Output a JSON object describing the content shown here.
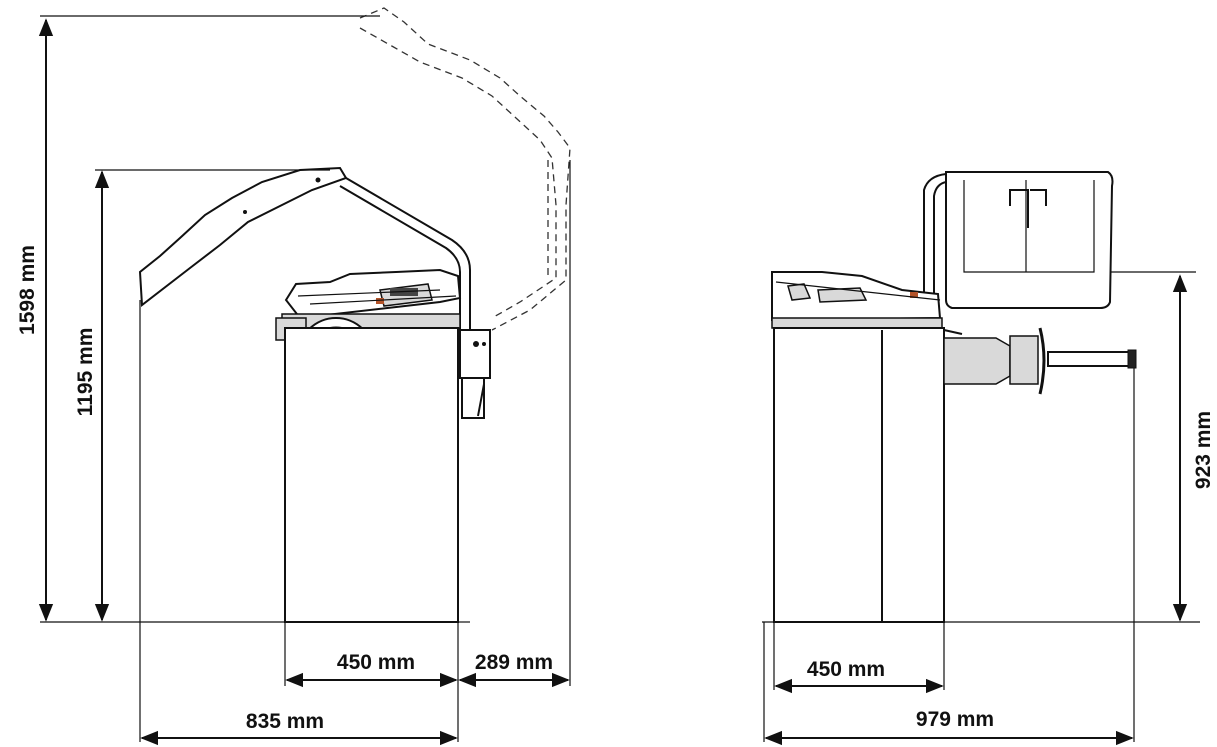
{
  "side_view": {
    "height_total": "1598 mm",
    "height_guard_down": "1195 mm",
    "width_base": "450 mm",
    "width_right": "289 mm",
    "width_total": "835 mm"
  },
  "front_view": {
    "height_shaft": "923 mm",
    "width_base": "450 mm",
    "width_total": "979 mm"
  }
}
